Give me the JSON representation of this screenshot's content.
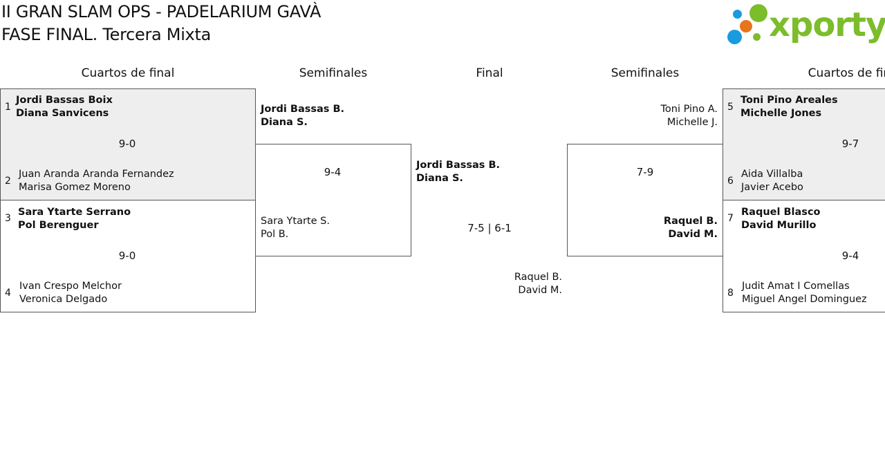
{
  "header": {
    "title_line1": "II GRAN SLAM OPS - PADELARIUM GAVÀ",
    "title_line2": "FASE FINAL. Tercera Mixta"
  },
  "logo": {
    "text": "xporty",
    "colors": {
      "green": "#7cbd2b",
      "blue": "#1a9be0",
      "orange": "#e8741c"
    }
  },
  "columns": {
    "qf_left": "Cuartos de final",
    "sf_left": "Semifinales",
    "final": "Final",
    "sf_right": "Semifinales",
    "qf_right": "Cuartos de final"
  },
  "left": {
    "qf": [
      {
        "top": {
          "seed": "1",
          "p1": "Jordi Bassas Boix",
          "p2": "Diana Sanvicens"
        },
        "bottom": {
          "seed": "2",
          "p1": "Juan Aranda Aranda Fernandez",
          "p2": "Marisa Gomez Moreno"
        },
        "score": "9-0"
      },
      {
        "top": {
          "seed": "3",
          "p1": "Sara Ytarte Serrano",
          "p2": "Pol Berenguer"
        },
        "bottom": {
          "seed": "4",
          "p1": "Ivan Crespo Melchor",
          "p2": "Veronica Delgado"
        },
        "score": "9-0"
      }
    ],
    "sf": {
      "top": {
        "p1": "Jordi Bassas B.",
        "p2": "Diana S."
      },
      "bottom": {
        "p1": "Sara Ytarte S.",
        "p2": "Pol B."
      },
      "score": "9-4"
    }
  },
  "final": {
    "winner": {
      "p1": "Jordi Bassas B.",
      "p2": "Diana S."
    },
    "runner_up": {
      "p1": "Raquel B.",
      "p2": "David M."
    },
    "score": "7-5 | 6-1"
  },
  "right": {
    "sf": {
      "top": {
        "p1": "Toni Pino A.",
        "p2": "Michelle J."
      },
      "bottom": {
        "p1": "Raquel B.",
        "p2": "David M."
      },
      "score": "7-9"
    },
    "qf": [
      {
        "top": {
          "seed": "5",
          "p1": "Toni Pino Areales",
          "p2": "Michelle Jones"
        },
        "bottom": {
          "seed": "6",
          "p1": "Aida Villalba",
          "p2": "Javier Acebo"
        },
        "score": "9-7"
      },
      {
        "top": {
          "seed": "7",
          "p1": "Raquel Blasco",
          "p2": "David Murillo"
        },
        "bottom": {
          "seed": "8",
          "p1": "Judit Amat I Comellas",
          "p2": "Miguel Angel Dominguez"
        },
        "score": "9-4"
      }
    ]
  }
}
